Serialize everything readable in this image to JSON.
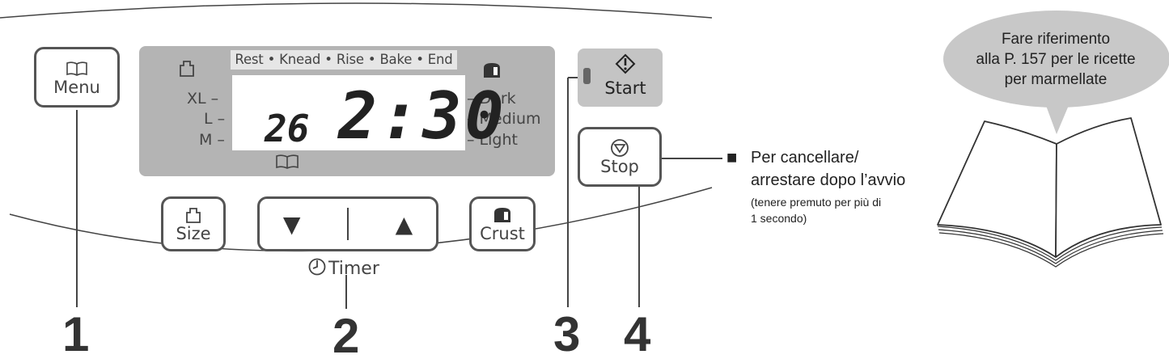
{
  "panel": {
    "menu_label": "Menu",
    "size_label": "Size",
    "crust_label": "Crust",
    "timer_label": "Timer",
    "start_label": "Start",
    "stop_label": "Stop",
    "arrow_down": "▼",
    "arrow_up": "▲",
    "stages": "Rest • Knead • Rise • Bake • End",
    "sizes": [
      "XL –",
      "L –",
      "M –"
    ],
    "crusts": [
      "– Dark",
      "– Medium",
      "– Light"
    ],
    "display_menu_number": "26",
    "display_time": "2:30"
  },
  "callouts": [
    "1",
    "2",
    "3",
    "4"
  ],
  "stop_note": {
    "bullet": "■",
    "line1": "Per cancellare/",
    "line2": "arrestare dopo l’avvio",
    "line3": "(tenere premuto per più di",
    "line4": "1 secondo)"
  },
  "bubble": {
    "line1": "Fare riferimento",
    "line2": "alla P. 157 per le ricette",
    "line3": "per marmellate"
  },
  "icons": {
    "menu": "book-icon",
    "size": "loaf-size-icon",
    "crust": "bread-slice-icon",
    "start": "start-diamond-icon",
    "stop": "stop-icon",
    "timer": "clock-icon"
  },
  "colors": {
    "display_bg": "#b4b4b4",
    "start_panel_bg": "#c4c4c4",
    "button_border": "#555555",
    "bubble_fill": "#c8c8c8"
  }
}
